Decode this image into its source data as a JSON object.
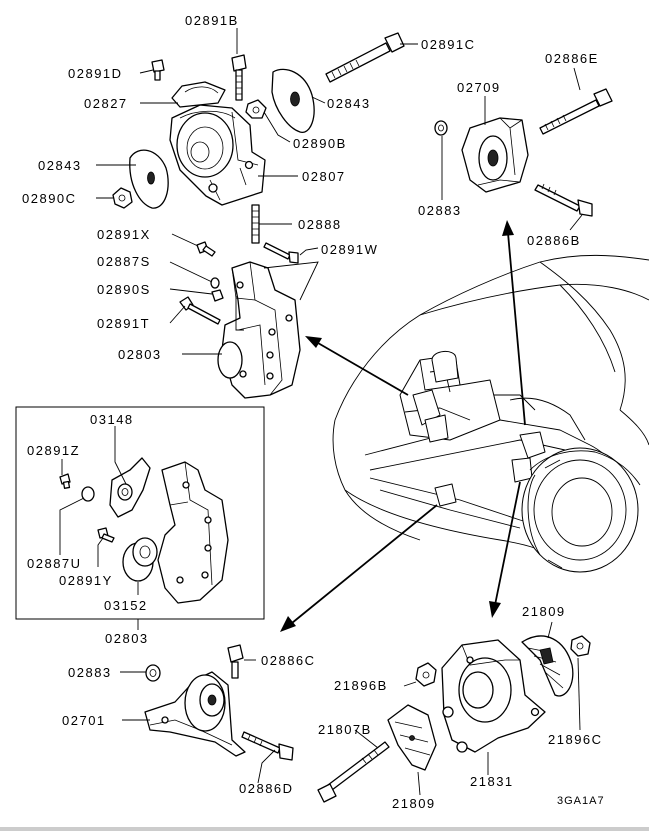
{
  "figure_code": "3GA1A7",
  "inset_caption": "02803",
  "labels": [
    {
      "id": "02891B",
      "text": "02891B"
    },
    {
      "id": "02891C",
      "text": "02891C"
    },
    {
      "id": "02891D",
      "text": "02891D"
    },
    {
      "id": "02827",
      "text": "02827"
    },
    {
      "id": "02843-top",
      "text": "02843"
    },
    {
      "id": "02890B",
      "text": "02890B"
    },
    {
      "id": "02843-left",
      "text": "02843"
    },
    {
      "id": "02807",
      "text": "02807"
    },
    {
      "id": "02890C",
      "text": "02890C"
    },
    {
      "id": "02888",
      "text": "02888"
    },
    {
      "id": "02891X",
      "text": "02891X"
    },
    {
      "id": "02891W",
      "text": "02891W"
    },
    {
      "id": "02887S",
      "text": "02887S"
    },
    {
      "id": "02890S",
      "text": "02890S"
    },
    {
      "id": "02891T",
      "text": "02891T"
    },
    {
      "id": "02803",
      "text": "02803"
    },
    {
      "id": "02886E",
      "text": "02886E"
    },
    {
      "id": "02709",
      "text": "02709"
    },
    {
      "id": "02883-top",
      "text": "02883"
    },
    {
      "id": "02886B",
      "text": "02886B"
    },
    {
      "id": "03148",
      "text": "03148"
    },
    {
      "id": "02891Z",
      "text": "02891Z"
    },
    {
      "id": "02887U",
      "text": "02887U"
    },
    {
      "id": "02891Y",
      "text": "02891Y"
    },
    {
      "id": "03152",
      "text": "03152"
    },
    {
      "id": "02883-bottom",
      "text": "02883"
    },
    {
      "id": "02886C",
      "text": "02886C"
    },
    {
      "id": "02701",
      "text": "02701"
    },
    {
      "id": "02886D",
      "text": "02886D"
    },
    {
      "id": "21809-top",
      "text": "21809"
    },
    {
      "id": "21896B",
      "text": "21896B"
    },
    {
      "id": "21896C",
      "text": "21896C"
    },
    {
      "id": "21807B",
      "text": "21807B"
    },
    {
      "id": "21831",
      "text": "21831"
    },
    {
      "id": "21809-bottom",
      "text": "21809"
    }
  ]
}
